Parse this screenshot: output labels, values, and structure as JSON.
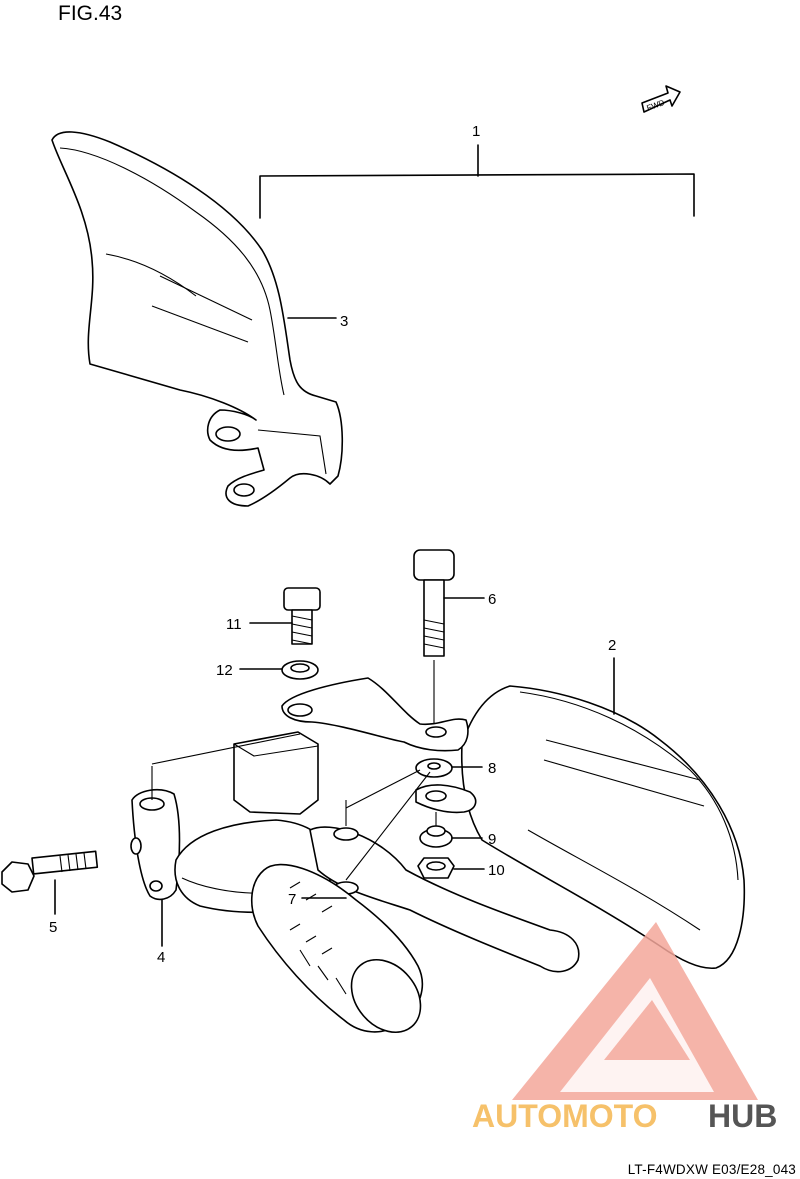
{
  "figure": {
    "title": "FIG.43",
    "model_code": "LT-F4WDXW E03/E28_043",
    "direction_tag": "FWD"
  },
  "callouts": [
    {
      "id": "c1",
      "label": "1"
    },
    {
      "id": "c2",
      "label": "2"
    },
    {
      "id": "c3",
      "label": "3"
    },
    {
      "id": "c4",
      "label": "4"
    },
    {
      "id": "c5",
      "label": "5"
    },
    {
      "id": "c6",
      "label": "6"
    },
    {
      "id": "c7",
      "label": "7"
    },
    {
      "id": "c8",
      "label": "8"
    },
    {
      "id": "c9",
      "label": "9"
    },
    {
      "id": "c10",
      "label": "10"
    },
    {
      "id": "c11",
      "label": "11"
    },
    {
      "id": "c12",
      "label": "12"
    }
  ],
  "watermark": {
    "text_part1": "AUTOMOTO",
    "text_part2": "HUB",
    "colors": {
      "primary": "#f4a79b",
      "secondary": "#f6c16a",
      "dark": "#555555"
    }
  }
}
